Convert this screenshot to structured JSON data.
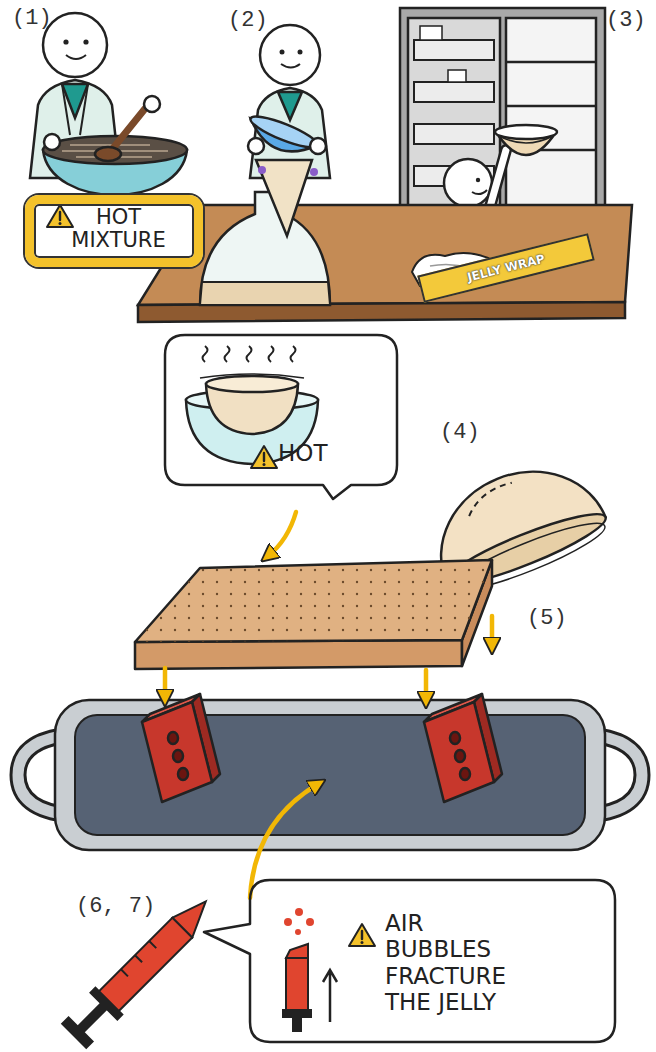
{
  "diagram": {
    "nodes": [
      {
        "text": [
          "HOT MIXTURE"
        ]
      },
      {
        "text": [
          "JELLY WRAP"
        ]
      },
      {
        "text": [
          "HOT"
        ]
      },
      {
        "text": [
          "AIR BUBBLES FRACTURE THE JELLY"
        ]
      }
    ],
    "labels": [
      "(1)",
      "(2)",
      "(3)",
      "(4)",
      "(5)",
      "(6, 7)"
    ]
  }
}
